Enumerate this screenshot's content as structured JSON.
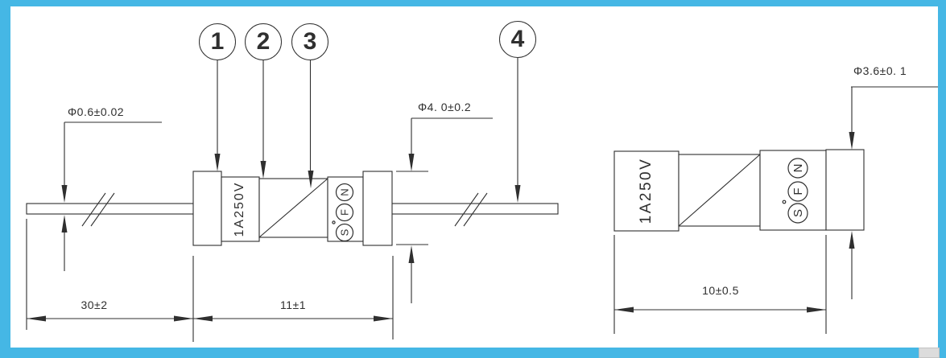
{
  "colors": {
    "frame": "#45b7e5",
    "ink": "#2f2f2f"
  },
  "balloons": [
    {
      "label": "1"
    },
    {
      "label": "2"
    },
    {
      "label": "3"
    },
    {
      "label": "4"
    }
  ],
  "dimensions": {
    "lead_diameter": "Φ0.6±0.02",
    "body_diameter": "Φ4. 0±0.2",
    "cap_diameter": "Φ3.6±0. 1",
    "lead_length": "30±2",
    "main_body_length": "11±1",
    "side_body_length": "10±0.5"
  },
  "ratings": {
    "main_view": "1A250V",
    "side_view": "1A250V"
  },
  "cert_marks": [
    "N",
    "F",
    "S"
  ]
}
